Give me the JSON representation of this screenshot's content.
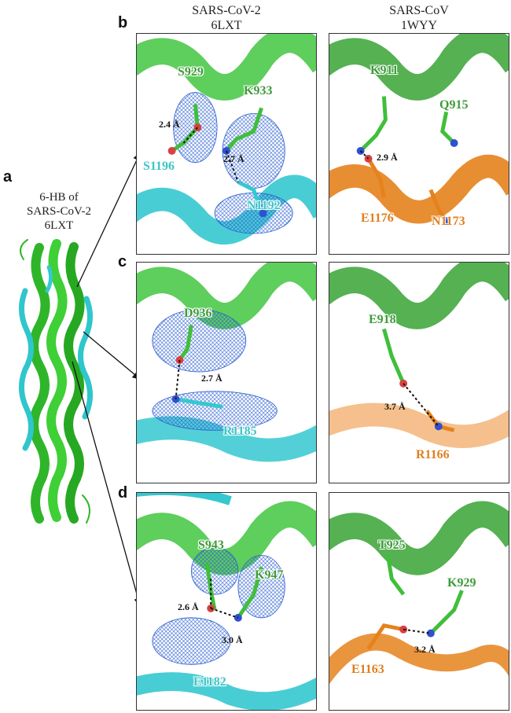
{
  "columns": {
    "left": {
      "line1": "SARS-CoV-2",
      "line2": "6LXT"
    },
    "right": {
      "line1": "SARS-CoV",
      "line2": "1WYY"
    }
  },
  "panel_labels": {
    "a": "a",
    "b": "b",
    "c": "c",
    "d": "d"
  },
  "hb_title": {
    "line1": "6-HB of",
    "line2": "SARS-CoV-2",
    "line3": "6LXT"
  },
  "rows": {
    "b": {
      "left": {
        "res1": "S929",
        "res2": "K933",
        "res3": "S1196",
        "res4": "N1192",
        "d1": "2.4 Å",
        "d2": "2.7 Å"
      },
      "right": {
        "res1": "K911",
        "res2": "Q915",
        "res3": "E1176",
        "res4": "N1173",
        "d1": "2.9 Å"
      }
    },
    "c": {
      "left": {
        "res1": "D936",
        "res2": "R1185",
        "d1": "2.7 Å"
      },
      "right": {
        "res1": "E918",
        "res2": "R1166",
        "d1": "3.7 Å"
      }
    },
    "d": {
      "left": {
        "res1": "S943",
        "res2": "K947",
        "res3": "E1182",
        "d1": "2.6 Å",
        "d2": "3.0 Å"
      },
      "right": {
        "res1": "T925",
        "res2": "K929",
        "res3": "E1163",
        "d1": "3.2 Å"
      }
    }
  },
  "colors": {
    "green": "#3fbf3a",
    "cyan": "#35c8d0",
    "orange": "#e5821c",
    "mesh": "#2b5fd0"
  }
}
